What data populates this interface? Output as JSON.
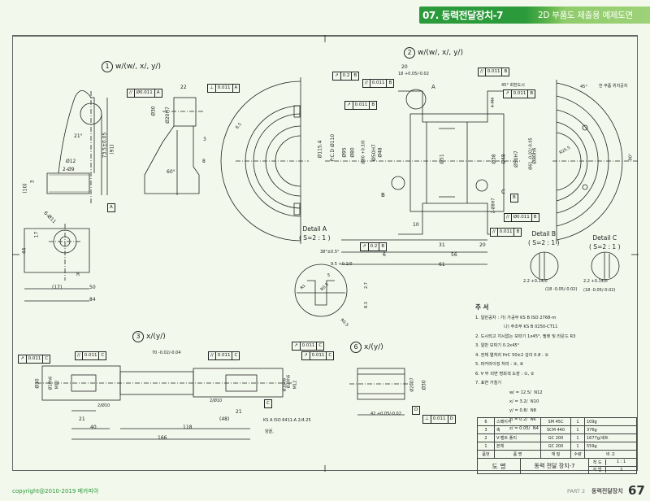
{
  "header": {
    "chapter": "07. 동력전달장치-7",
    "subtitle": "2D 부품도 제출용 예제도면",
    "banner_color": "#2a9a3a"
  },
  "views": {
    "part1": {
      "number": "1",
      "finish": "w/(w/, x/, y/)",
      "finish_marks": [
        "w",
        "x",
        "y"
      ]
    },
    "part2": {
      "number": "2",
      "finish": "w/(w/, x/, y/)",
      "finish_marks": [
        "w",
        "x",
        "y"
      ]
    },
    "part3": {
      "number": "3",
      "finish": "x/(y/)",
      "finish_marks": [
        "x",
        "y"
      ]
    },
    "part6": {
      "number": "6",
      "finish": "x/(y/)",
      "finish_marks": [
        "x",
        "y"
      ]
    }
  },
  "dimensions": {
    "p1": [
      "22",
      "Ø30",
      "Ø20H7",
      "73.5±0.05",
      "(91)",
      "21°",
      "Ø12",
      "2-Ø9",
      "3",
      "8",
      "60°",
      "(10)",
      "3",
      "44",
      "17",
      "(17)",
      "50",
      "84",
      "6-Ø11",
      "R"
    ],
    "p2": [
      "20",
      "18 +0.05/-0.02",
      "Ø115.4",
      "P.C.D Ø110",
      "Ø95",
      "Ø80",
      "Ø80 +0.3/0",
      "Ø50H7",
      "Ø48",
      "Ø51",
      "6",
      "31",
      "56",
      "61",
      "10",
      "20",
      "Ø38",
      "Ø48",
      "Ø50H7",
      "Ø61 -0.02/-0.05",
      "Ø80h6",
      "4-M4",
      "2-Ø8H7",
      "45° 회전도시",
      "45°",
      "90°",
      "한 부품 위치공차",
      "R25.5",
      "8.5"
    ],
    "detailA": [
      "38°±0.5°",
      "9.5 +0.1/0",
      "5",
      "2.7",
      "8.3",
      "R1",
      "R0.5",
      "R0.5"
    ],
    "detailB": [
      "2.2 +0.14/0",
      "(18 -0.05/-0.02)"
    ],
    "detailC": [
      "2.2 +0.14/0",
      "(18 -0.05/-0.02)"
    ],
    "p3": [
      "70 -0.02/-0.04",
      "Ø30",
      "Ø18h6",
      "M12",
      "2/Ø10",
      "21",
      "40",
      "118",
      "166",
      "(48)",
      "21",
      "2/Ø10",
      "M12",
      "Ø18h6",
      "Ø20h6",
      "KS A ISO 6411-A 2/4.25",
      "양끝,"
    ],
    "p6": [
      "Ø20D7",
      "Ø30",
      "42 +0.05/-0.02"
    ]
  },
  "fcf": {
    "p1_parallel": [
      "//",
      "Ø0.011",
      "A"
    ],
    "p1_perp": [
      "⊥",
      "0.011",
      "A"
    ],
    "p2_runout1": [
      "↗",
      "0.2",
      "B"
    ],
    "p2_parallel1": [
      "//",
      "0.011",
      "B"
    ],
    "p2_runout2": [
      "↗",
      "0.011",
      "B"
    ],
    "p2_parallel2": [
      "//",
      "0.011",
      "B"
    ],
    "p2_runout3": [
      "↗",
      "0.011",
      "B"
    ],
    "p2_parallel3": [
      "//",
      "Ø0.011",
      "B"
    ],
    "p2_parallel4": [
      "//",
      "0.011",
      "B"
    ],
    "p2_runout4": [
      "↗",
      "0.2",
      "B"
    ],
    "p3_runout1": [
      "↗",
      "0.011",
      "C"
    ],
    "p3_parallel1": [
      "//",
      "0.011",
      "C"
    ],
    "p3_parallel2": [
      "//",
      "0.011",
      "C"
    ],
    "p3_runout2": [
      "↗",
      "0.011",
      "C"
    ],
    "p3_runout3": [
      "↗",
      "0.011",
      "C"
    ],
    "p6_perp": [
      "⊥",
      "0.011",
      "D"
    ]
  },
  "datums": [
    "A",
    "B",
    "C",
    "D"
  ],
  "detail_labels": {
    "a": {
      "title": "Detail  A",
      "scale": "( S=2 : 1 )"
    },
    "b": {
      "title": "Detail  B",
      "scale": "( S=2 : 1 )"
    },
    "c": {
      "title": "Detail  C",
      "scale": "( S=2 : 1 )"
    },
    "callouts": [
      "A",
      "B",
      "C"
    ]
  },
  "notes": {
    "title": "주 서",
    "items": [
      "1. 일반공차 : 가) 가공부 KS B ISO 2768-m",
      "나) 주조부 KS B 0250-CT11",
      "2. 도시되고 지시없는 모따기 1x45°, 필렛 및 라운드 R3",
      "3. 일반 모따기 0.2x45°",
      "4. 전체 열처리 HrC 50±2 깊이 0.8 : ②",
      "5. 파커라이징 처리 : ③, ⑥",
      "6. ∀ 부 외면 명회색 도장 : ①, ②",
      "7. 표면 거칠기"
    ],
    "roughness": [
      {
        "sym": "w/ = 12.5/",
        "grade": "N12"
      },
      {
        "sym": "x/ = 3.2/",
        "grade": "N10"
      },
      {
        "sym": "y/ = 0.8/",
        "grade": "N8"
      },
      {
        "sym": "z/ = 0.2/",
        "grade": "N6"
      },
      {
        "sym": "z/ = 0.05/",
        "grade": "N4"
      }
    ]
  },
  "title_block": {
    "parts": [
      {
        "no": "6",
        "name": "스페이서",
        "material": "SM 45C",
        "qty": "1",
        "remark": "109g"
      },
      {
        "no": "3",
        "name": "축",
        "material": "SCM 440",
        "qty": "1",
        "remark": "376g"
      },
      {
        "no": "2",
        "name": "V-벨트 풀리",
        "material": "GC 200",
        "qty": "1",
        "remark": "1677g/세트"
      },
      {
        "no": "1",
        "name": "본체",
        "material": "GC 200",
        "qty": "1",
        "remark": "559g"
      }
    ],
    "header": {
      "no": "품번",
      "name": "품 명",
      "material": "재 질",
      "qty": "수량",
      "remark": "비 고"
    },
    "drawing_label": "도 명",
    "drawing_name": "동력 전달 장치-7",
    "scale_label": "척 도",
    "scale_value": "1 : 1",
    "angle_label": "각 법",
    "angle_value": "3"
  },
  "footer": {
    "copyright": "copyright@2010-2019 메카피아",
    "part": "PART 2",
    "section": "동력전달장치",
    "page": "67"
  }
}
